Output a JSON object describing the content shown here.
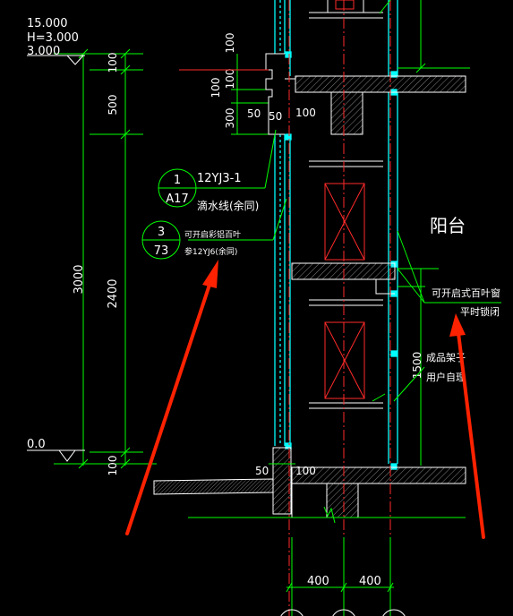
{
  "elevations": {
    "top_value": "15.000",
    "height_value": "H=3.000",
    "level_mid": "3.000",
    "level_zero": "0.0"
  },
  "vertical_dims": {
    "total": "3000",
    "inner": "2400",
    "d100_top": "100",
    "d500": "500",
    "d100_bottom": "100",
    "small_100_a": "100",
    "small_100_b": "100",
    "small_100_c": "100",
    "small_300": "300",
    "window_1500": "1500"
  },
  "horizontal_dims": {
    "top_50": "50",
    "top_50_b": "50",
    "top_100": "100",
    "bottom_50": "50",
    "bottom_100": "100",
    "axis_400_left": "400",
    "axis_400_right": "400"
  },
  "detail_refs": {
    "ref1_number": "1",
    "ref1_sheet": "A17",
    "ref1_code": "12YJ3-1",
    "ref1_note": "滴水线(余同)",
    "ref2_number": "3",
    "ref2_sheet": "73",
    "ref2_line1": "可开启彩铝百叶",
    "ref2_line2": "参12YJ6(余同)"
  },
  "labels": {
    "balcony": "阳台",
    "louver_line1": "可开启式百叶窗",
    "louver_line2": "平时锁闭",
    "finished_line1": "成品架子",
    "finished_line2": "用户自理"
  },
  "colors": {
    "background": "#000000",
    "dimension_green": "#00ff00",
    "wall_cyan": "#00ffff",
    "axis_red": "#ff2a2a",
    "arrow_red": "#ff2200",
    "text_white": "#ffffff"
  }
}
